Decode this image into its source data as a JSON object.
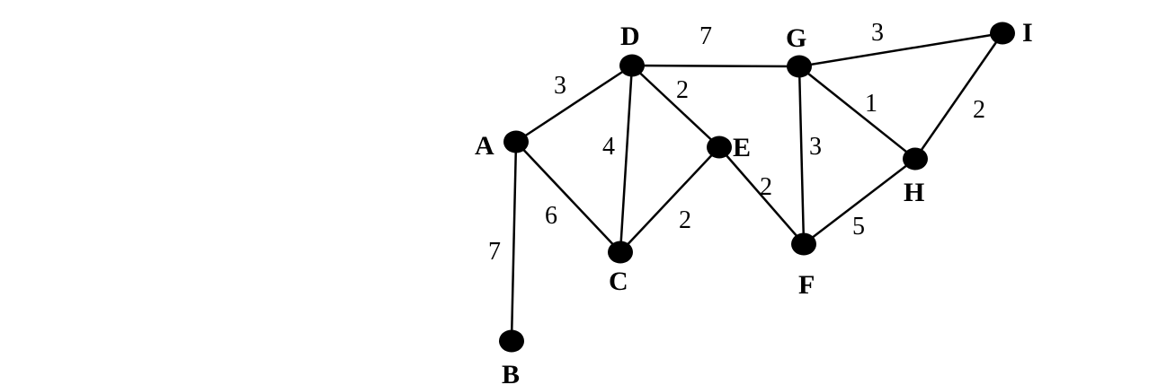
{
  "graph": {
    "nodes": [
      {
        "id": "A",
        "label": "A"
      },
      {
        "id": "B",
        "label": "B"
      },
      {
        "id": "C",
        "label": "C"
      },
      {
        "id": "D",
        "label": "D"
      },
      {
        "id": "E",
        "label": "E"
      },
      {
        "id": "F",
        "label": "F"
      },
      {
        "id": "G",
        "label": "G"
      },
      {
        "id": "H",
        "label": "H"
      },
      {
        "id": "I",
        "label": "I"
      }
    ],
    "edges": [
      {
        "from": "A",
        "to": "D",
        "weight": "3"
      },
      {
        "from": "A",
        "to": "B",
        "weight": "7"
      },
      {
        "from": "A",
        "to": "C",
        "weight": "6"
      },
      {
        "from": "D",
        "to": "C",
        "weight": "4"
      },
      {
        "from": "D",
        "to": "E",
        "weight": "2"
      },
      {
        "from": "D",
        "to": "G",
        "weight": "7"
      },
      {
        "from": "C",
        "to": "E",
        "weight": "2"
      },
      {
        "from": "E",
        "to": "F",
        "weight": "2"
      },
      {
        "from": "G",
        "to": "F",
        "weight": "3"
      },
      {
        "from": "G",
        "to": "H",
        "weight": "1"
      },
      {
        "from": "G",
        "to": "I",
        "weight": "3"
      },
      {
        "from": "I",
        "to": "H",
        "weight": "2"
      },
      {
        "from": "F",
        "to": "H",
        "weight": "5"
      }
    ],
    "colors": {
      "node": "#000000",
      "edge": "#000000",
      "background": "#ffffff"
    }
  }
}
